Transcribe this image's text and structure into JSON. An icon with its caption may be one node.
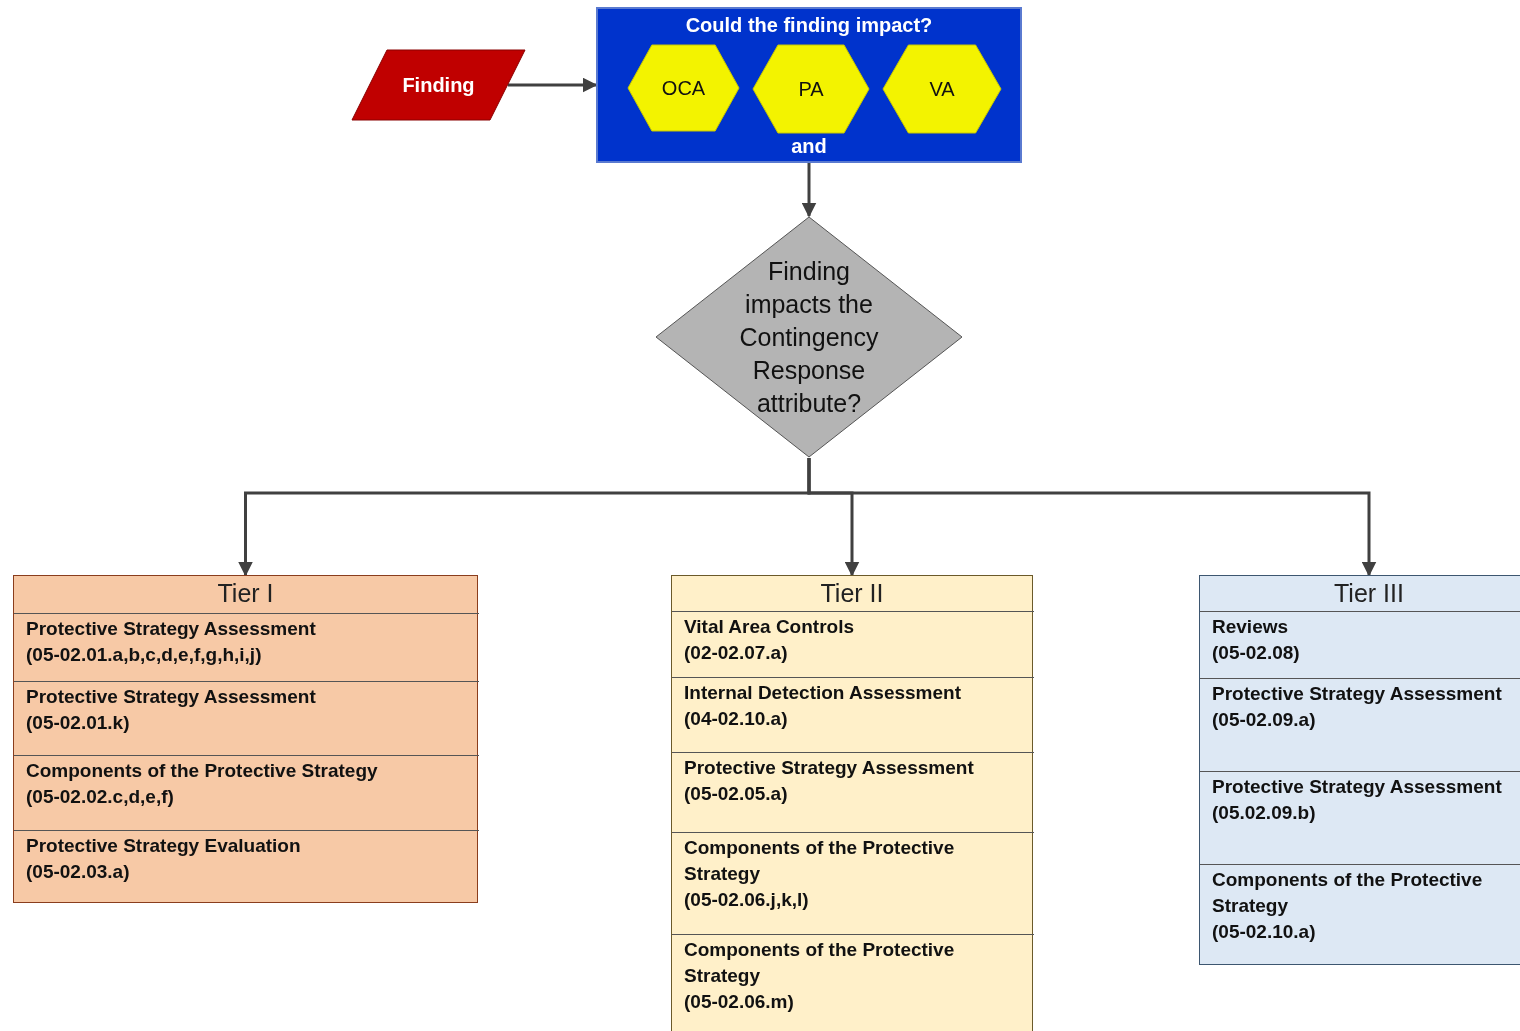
{
  "diagram": {
    "nodes": [
      {
        "text": [
          "Finding"
        ]
      },
      {
        "text": [
          "Could the finding impact?",
          "and"
        ]
      },
      {
        "text": [
          "OCA"
        ],
        "in": 1
      },
      {
        "text": [
          "PA"
        ],
        "in": 1
      },
      {
        "text": [
          "VA"
        ],
        "in": 1
      },
      {
        "text": [
          "Finding impacts the Contingency Response attribute?"
        ]
      },
      {
        "text": [
          "Tier I"
        ]
      },
      {
        "text": [
          "Protective Strategy Assessment",
          "(05-02.01.a,b,c,d,e,f,g,h,i,j)"
        ],
        "in": 6
      },
      {
        "text": [
          "Protective Strategy Assessment",
          "(05-02.01.k)"
        ],
        "in": 6
      },
      {
        "text": [
          "Components of the Protective Strategy",
          "(05-02.02.c,d,e,f)"
        ],
        "in": 6
      },
      {
        "text": [
          "Protective Strategy Evaluation",
          "(05-02.03.a)"
        ],
        "in": 6
      },
      {
        "text": [
          "Tier II"
        ]
      },
      {
        "text": [
          "Vital Area Controls",
          "(02-02.07.a)"
        ],
        "in": 11
      },
      {
        "text": [
          "Internal Detection Assessment",
          "(04-02.10.a)"
        ],
        "in": 11
      },
      {
        "text": [
          "Protective Strategy Assessment",
          "(05-02.05.a)"
        ],
        "in": 11
      },
      {
        "text": [
          "Components of the Protective Strategy",
          "(05-02.06.j,k,l)"
        ],
        "in": 11
      },
      {
        "text": [
          "Components of the Protective Strategy",
          "(05-02.06.m)"
        ],
        "in": 11
      },
      {
        "text": [
          "Tier III"
        ]
      },
      {
        "text": [
          "Reviews",
          "(05-02.08)"
        ],
        "in": 17
      },
      {
        "text": [
          "Protective Strategy Assessment",
          "(05-02.09.a)"
        ],
        "in": 17
      },
      {
        "text": [
          "Protective Strategy Assessment",
          "(05.02.09.b)"
        ],
        "in": 17
      },
      {
        "text": [
          "Components of the Protective Strategy",
          "(05-02.10.a)"
        ],
        "in": 17
      }
    ],
    "edges": [
      {
        "from": 0,
        "to": 1,
        "arrow": "to"
      },
      {
        "from": 1,
        "to": 5,
        "arrow": "to"
      },
      {
        "from": 5,
        "to": 6,
        "arrow": "to"
      },
      {
        "from": 5,
        "to": 11,
        "arrow": "to"
      },
      {
        "from": 5,
        "to": 17,
        "arrow": "to"
      }
    ]
  }
}
